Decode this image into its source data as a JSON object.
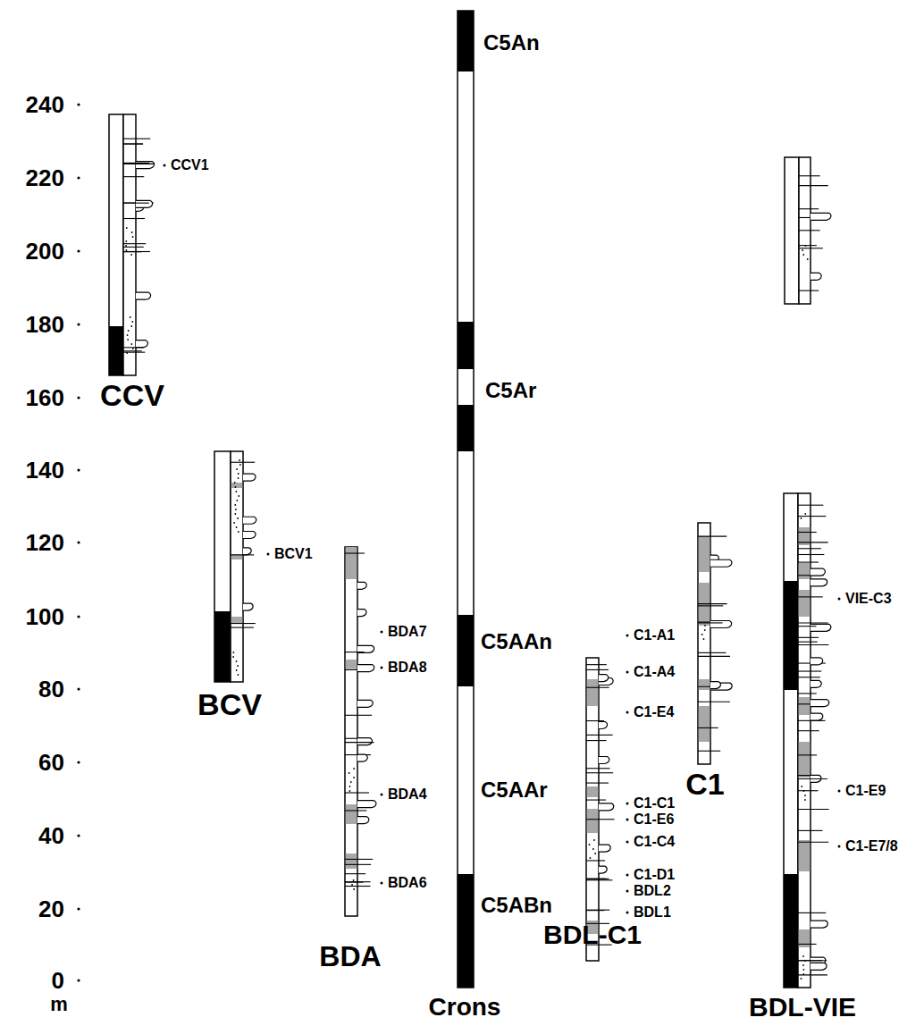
{
  "diagram": {
    "labels": [
      "240",
      "220",
      "200",
      "180",
      "160",
      "140",
      "120",
      "100",
      "80",
      "60",
      "40",
      "20",
      "0",
      "m",
      "CCV1",
      "CCV",
      "BCV1",
      "BCV",
      "BDA7",
      "BDA8",
      "BDA4",
      "BDA6",
      "BDA",
      "C5An",
      "C5Ar",
      "C5AAn",
      "C5AAr",
      "C5ABn",
      "Crons",
      "C1-A1",
      "C1-A4",
      "C1-E4",
      "C1-C1",
      "C1-E6",
      "C1-C4",
      "C1-D1",
      "BDL2",
      "BDL1",
      "BDL-C1",
      "C1",
      "VIE-C3",
      "C1-E9",
      "C1-E7/8",
      "BDL-VIE"
    ]
  }
}
